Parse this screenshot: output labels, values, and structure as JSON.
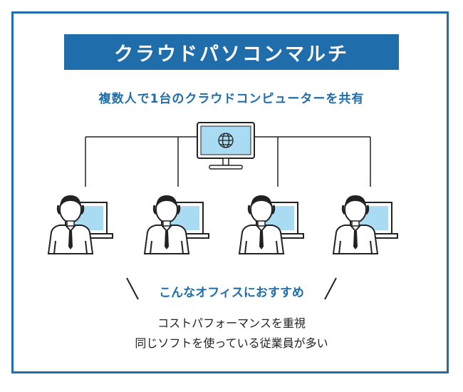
{
  "title": "クラウドパソコンマルチ",
  "subtitle": "複数人で1台のクラウドコンピューターを共有",
  "recommend_heading": "こんなオフィスにおすすめ",
  "recommend_lines": [
    "コストパフォーマンスを重視",
    "同じソフトを使っている従業員が多い"
  ],
  "colors": {
    "brand_blue": "#1f6eab",
    "screen_blue": "#a9dcf3",
    "line": "#222222"
  },
  "icons": {
    "monitor": "cloud-computer-monitor-icon",
    "globe": "globe-icon",
    "user": "user-with-laptop-icon"
  }
}
